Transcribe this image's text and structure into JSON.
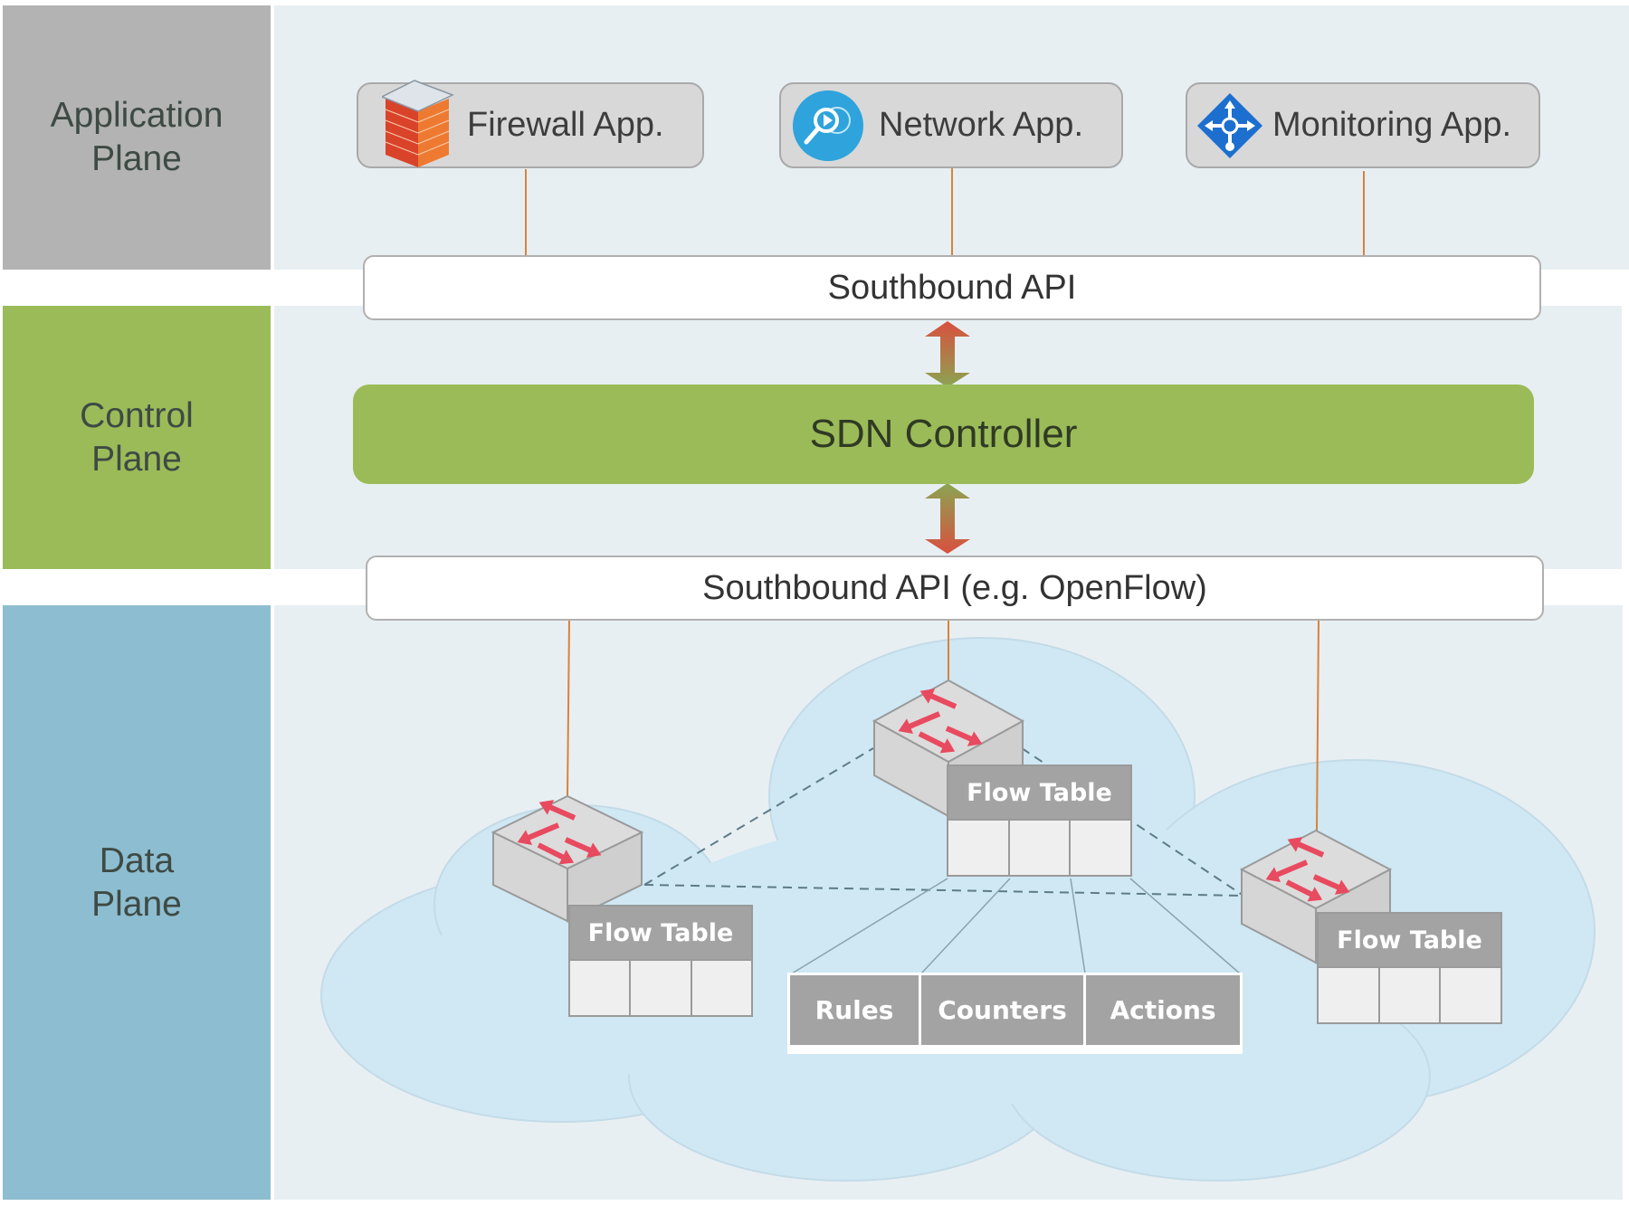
{
  "planes": [
    {
      "name": "application",
      "label": "Application\nPlane",
      "color": "#b3b3b3"
    },
    {
      "name": "control",
      "label": "Control\nPlane",
      "color": "#9bbb59"
    },
    {
      "name": "data",
      "label": "Data\nPlane",
      "color": "#8dbdd0"
    }
  ],
  "apps": [
    {
      "label": "Firewall App.",
      "icon": "firewall-icon"
    },
    {
      "label": "Network App.",
      "icon": "network-search-icon"
    },
    {
      "label": "Monitoring App.",
      "icon": "monitoring-diamond-icon"
    }
  ],
  "upper_api": {
    "label": "Southbound API"
  },
  "controller": {
    "label": "SDN Controller",
    "color": "#9bbb59"
  },
  "lower_api": {
    "label": "Southbound API (e.g. OpenFlow)"
  },
  "switches": [
    {
      "name": "left",
      "flow_table_label": "Flow Table",
      "cells": 3
    },
    {
      "name": "center",
      "flow_table_label": "Flow Table",
      "cells": 3
    },
    {
      "name": "right",
      "flow_table_label": "Flow Table",
      "cells": 3
    }
  ],
  "flow_entry": {
    "columns": [
      "Rules",
      "Counters",
      "Actions"
    ]
  },
  "colors": {
    "panel_bg": "#e8eff2",
    "cloud": "#cfe8f3",
    "connector": "#d9823b",
    "arrow_red": "#d9503f",
    "arrow_green": "#8aa552",
    "switch_arrow": "#e84a5f"
  }
}
